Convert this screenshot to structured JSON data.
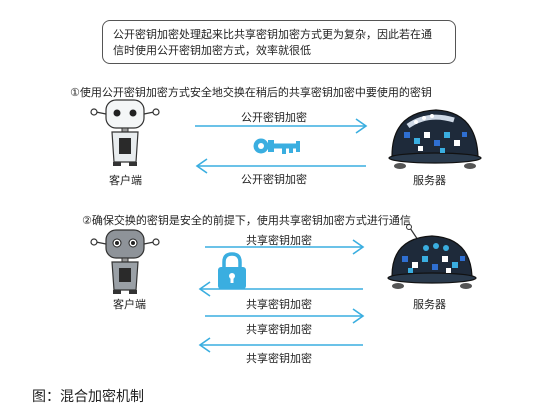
{
  "note": {
    "line1": "公开密钥加密处理起来比共享密钥加密方式更为复杂，因此若在通",
    "line2": "信时使用公开密钥加密方式，效率就很低"
  },
  "step1": {
    "text": "①使用公开密钥加密方式安全地交换在稍后的共享密钥加密中要使用的密钥",
    "arrow_right_label": "公开密钥加密",
    "arrow_left_label": "公开密钥加密",
    "client_label": "客户端",
    "server_label": "服务器"
  },
  "step2": {
    "text": "②确保交换的密钥是安全的前提下，使用共享密钥加密方式进行通信",
    "arrow_labels": [
      "共享密钥加密",
      "共享密钥加密",
      "共享密钥加密",
      "共享密钥加密"
    ],
    "client_label": "客户端",
    "server_label": "服务器"
  },
  "caption": "图：混合加密机制",
  "colors": {
    "arrow": "#3aaee0",
    "key": "#3aaee0",
    "lock": "#3aaee0",
    "robot_body": "#1e2a3a",
    "robot_screen": "#2f6fd1"
  }
}
